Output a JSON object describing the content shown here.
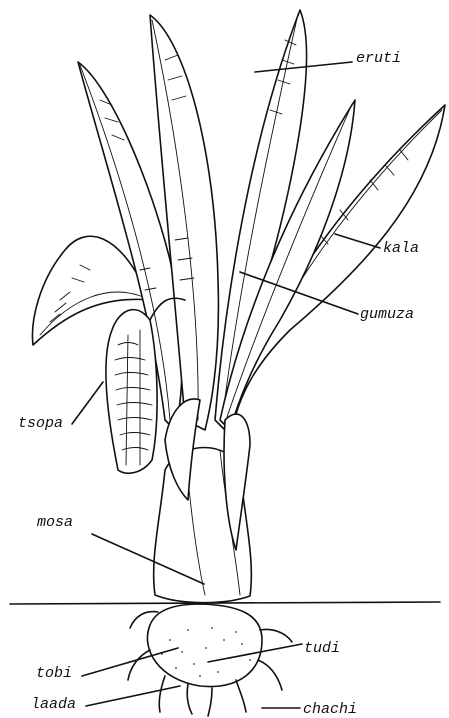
{
  "labels": {
    "eruti": "eruti",
    "kala": "kala",
    "gumuza": "gumuza",
    "tsopa": "tsopa",
    "mosa": "mosa",
    "tudi": "tudi",
    "tobi": "tobi",
    "laada": "laada",
    "chachi": "chachi"
  }
}
